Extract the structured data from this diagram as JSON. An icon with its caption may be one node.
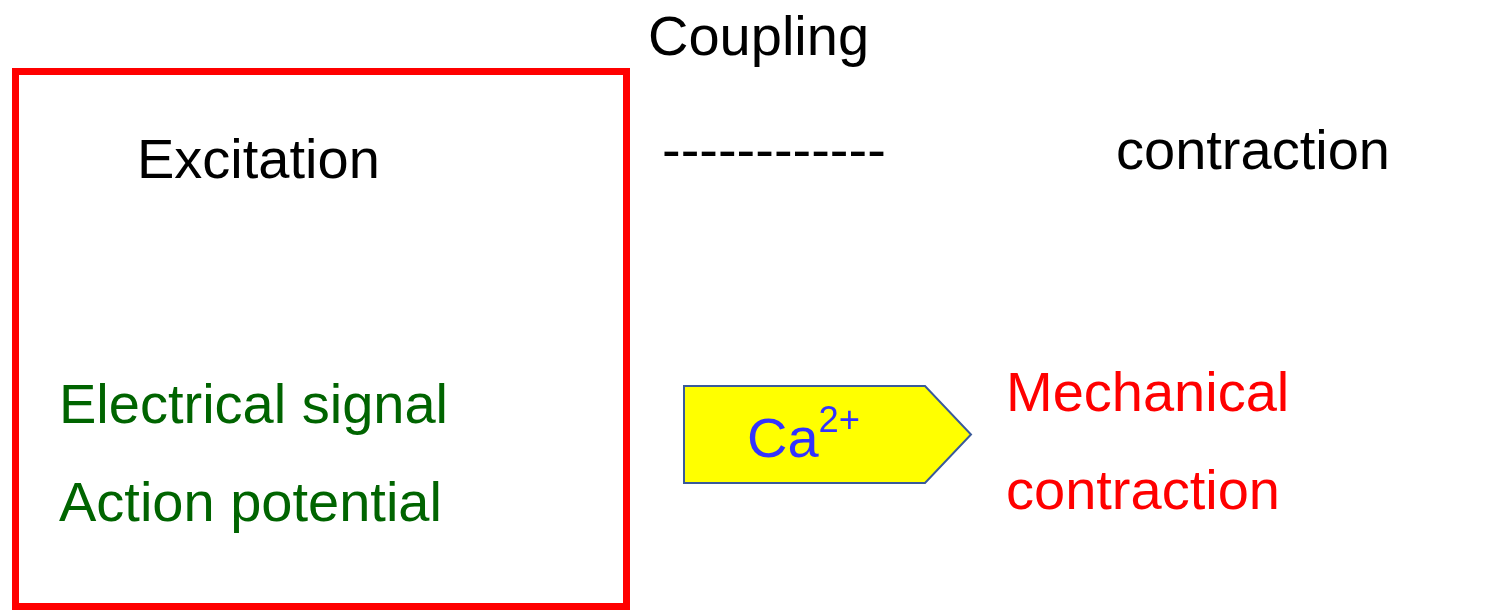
{
  "diagram": {
    "nodes": [
      {
        "text": [
          "Excitation",
          "Electrical signal Action potential"
        ]
      },
      {
        "text": [
          "Ca$^{2+}$"
        ]
      }
    ],
    "labels": [
      "Coupling",
      "------------",
      "contraction",
      "Mechanical contraction"
    ]
  }
}
